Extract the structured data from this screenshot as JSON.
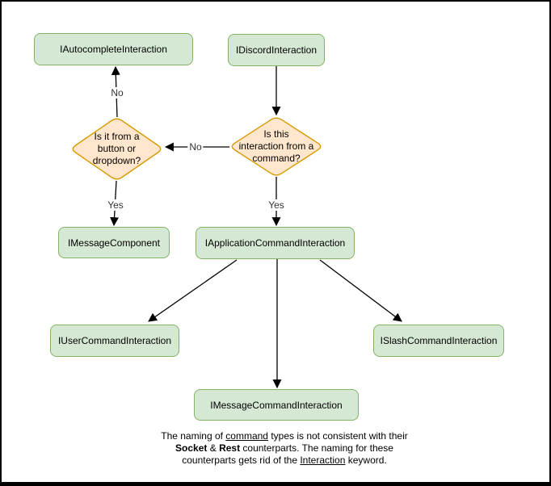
{
  "diagram": {
    "title_hint": "Discord interaction type flowchart",
    "nodes": {
      "autocomplete": {
        "label": "IAutocompleteInteraction"
      },
      "discord": {
        "label": "IDiscordInteraction"
      },
      "message_component": {
        "label": "IMessageComponent"
      },
      "app_command": {
        "label": "IApplicationCommandInteraction"
      },
      "user_command": {
        "label": "IUserCommandInteraction"
      },
      "slash_command": {
        "label": "ISlashCommandInteraction"
      },
      "message_command": {
        "label": "IMessageCommandInteraction"
      }
    },
    "decisions": {
      "button_dropdown": {
        "label": "Is it from a\nbutton or\ndropdown?"
      },
      "from_command": {
        "label": "Is this\ninteraction from a\ncommand?"
      }
    },
    "edge_labels": {
      "no_top": "No",
      "no_left": "No",
      "yes_left": "Yes",
      "yes_right": "Yes"
    },
    "colors": {
      "node_fill": "#d5e8d4",
      "node_border": "#82b366",
      "decision_fill": "#ffe6cc",
      "decision_border": "#d79b00",
      "arrow": "#000000",
      "frame_border": "#000000",
      "background": "#ffffff"
    }
  },
  "caption": {
    "lines": [
      {
        "segments": [
          {
            "text": "The naming of "
          },
          {
            "text": "command"
          },
          {
            "text": " types is not consistent with their"
          }
        ]
      },
      {
        "segments": [
          {
            "text": "Socket"
          },
          {
            "text": " & "
          },
          {
            "text": "Rest"
          },
          {
            "text": " counterparts. The naming for these"
          }
        ]
      },
      {
        "segments": [
          {
            "text": "counterparts gets rid of the "
          },
          {
            "text": "Interaction"
          },
          {
            "text": " keyword."
          }
        ]
      }
    ]
  }
}
